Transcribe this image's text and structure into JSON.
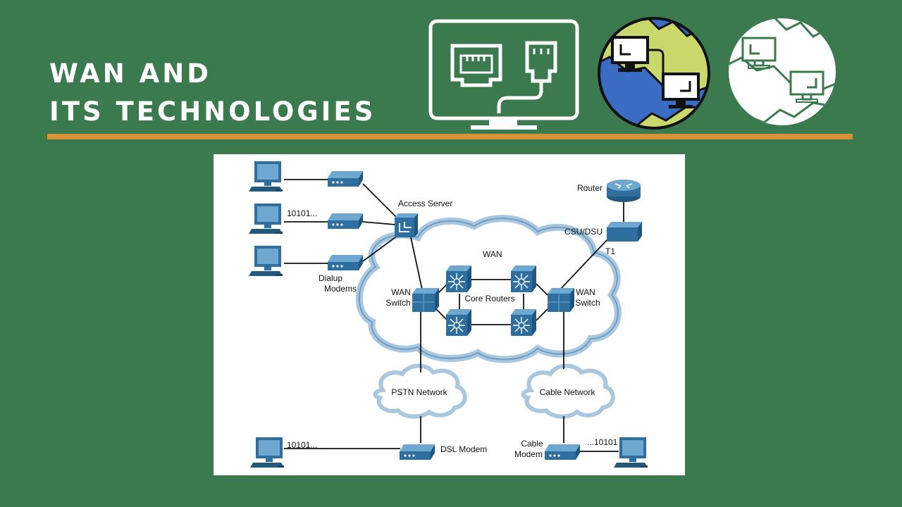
{
  "slide": {
    "title_line1": "WAN AND",
    "title_line2": "ITS TECHNOLOGIES",
    "accent_color": "#d9913a",
    "background_color": "#3a7a4e"
  },
  "header_icons": [
    {
      "name": "ethernet-monitor-icon"
    },
    {
      "name": "world-network-color-icon"
    },
    {
      "name": "world-network-white-icon"
    }
  ],
  "diagram": {
    "labels": {
      "access_server": "Access Server",
      "bits_top": "10101...",
      "dialup_modems": [
        "Dialup",
        "Modems"
      ],
      "router": "Router",
      "csu_dsu": "CSU/DSU",
      "t1": "T1",
      "wan": "WAN",
      "wan_switch_left": [
        "WAN",
        "Switch"
      ],
      "wan_switch_right": [
        "WAN",
        "Switch"
      ],
      "core_routers": "Core Routers",
      "pstn_network": "PSTN Network",
      "cable_network": "Cable Network",
      "bits_bottom_left": "10101...",
      "dsl_modem": "DSL Modem",
      "cable_modem": [
        "Cable",
        "Modem"
      ],
      "bits_bottom_right": "...10101"
    },
    "icon_color": "#2f6f9f"
  }
}
